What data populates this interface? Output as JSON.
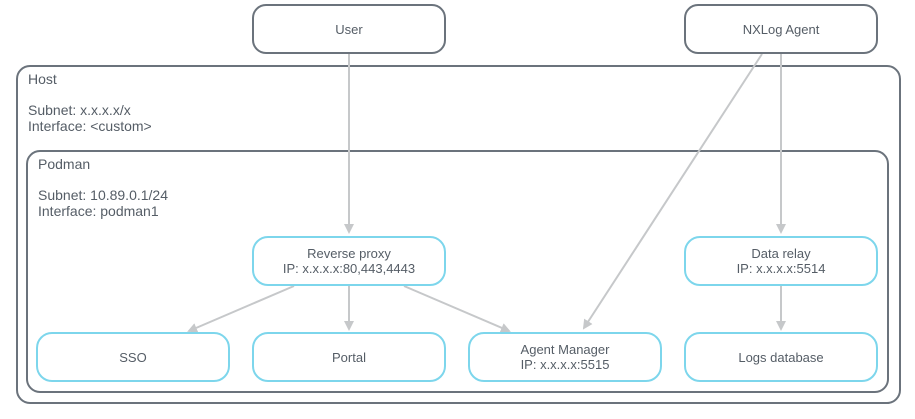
{
  "external": {
    "user": "User",
    "agent": "NXLog Agent"
  },
  "host": {
    "title": "Host",
    "subnet": "Subnet: x.x.x.x/x",
    "interface": "Interface: <custom>"
  },
  "podman": {
    "title": "Podman",
    "subnet": "Subnet: 10.89.0.1/24",
    "interface": "Interface: podman1"
  },
  "nodes": {
    "reverse_proxy": {
      "name": "Reverse proxy",
      "ip": "IP: x.x.x.x:80,443,4443"
    },
    "data_relay": {
      "name": "Data relay",
      "ip": "IP: x.x.x.x:5514"
    },
    "sso": {
      "name": "SSO"
    },
    "portal": {
      "name": "Portal"
    },
    "agent_manager": {
      "name": "Agent Manager",
      "ip": "IP: x.x.x.x:5515"
    },
    "logs_database": {
      "name": "Logs database"
    }
  },
  "colors": {
    "outline": "#6b737c",
    "service": "#7dd6ec",
    "arrow": "#c6c8ca",
    "text": "#555d66"
  }
}
